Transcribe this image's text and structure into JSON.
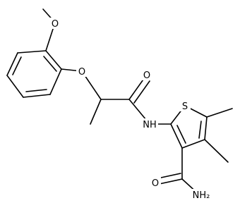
{
  "molecule": {
    "atoms": {
      "o_methoxy": "O",
      "o_ether": "O",
      "o_carbonyl": "O",
      "n_amide": "NH",
      "s_thiophene": "S",
      "n_primary_amide": "NH₂"
    }
  }
}
